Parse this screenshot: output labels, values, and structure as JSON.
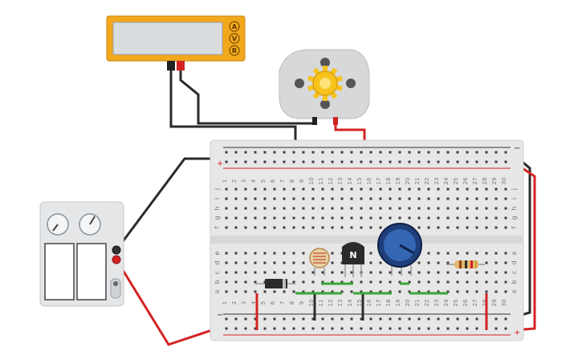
{
  "multimeter": {
    "mode_labels": [
      "A",
      "V",
      "R"
    ],
    "colors": {
      "body": "#f2a81d",
      "screen": "#d9dde0",
      "probe_black": "#222222",
      "probe_red": "#d42222"
    }
  },
  "motor": {
    "colors": {
      "body": "#d6d8da",
      "gear": "#f7c31c"
    }
  },
  "power_supply": {
    "colors": {
      "body": "#e4e6e8",
      "panel": "#c9ccce"
    }
  },
  "breadboard": {
    "column_numbers": [
      "1",
      "2",
      "3",
      "4",
      "5",
      "6",
      "7",
      "8",
      "9",
      "10",
      "11",
      "12",
      "13",
      "14",
      "15",
      "16",
      "17",
      "18",
      "19",
      "20",
      "21",
      "22",
      "23",
      "24",
      "25",
      "26",
      "27",
      "28",
      "29",
      "30"
    ],
    "row_letters_top": [
      "j",
      "i",
      "h",
      "g",
      "f"
    ],
    "row_letters_bottom": [
      "e",
      "d",
      "c",
      "b",
      "a"
    ],
    "rail_plus": "+",
    "rail_minus": "−",
    "colors": {
      "board": "#e7e7e7",
      "hole": "#3c3c3c",
      "rail_red": "#d42222",
      "rail_dark": "#333333",
      "jumper_green": "#3aa53a"
    }
  },
  "transistor": {
    "label": "N"
  },
  "components": [
    "photoresistor",
    "npn-transistor",
    "potentiometer",
    "resistor",
    "diode",
    "dc-motor",
    "power-supply",
    "multimeter"
  ]
}
